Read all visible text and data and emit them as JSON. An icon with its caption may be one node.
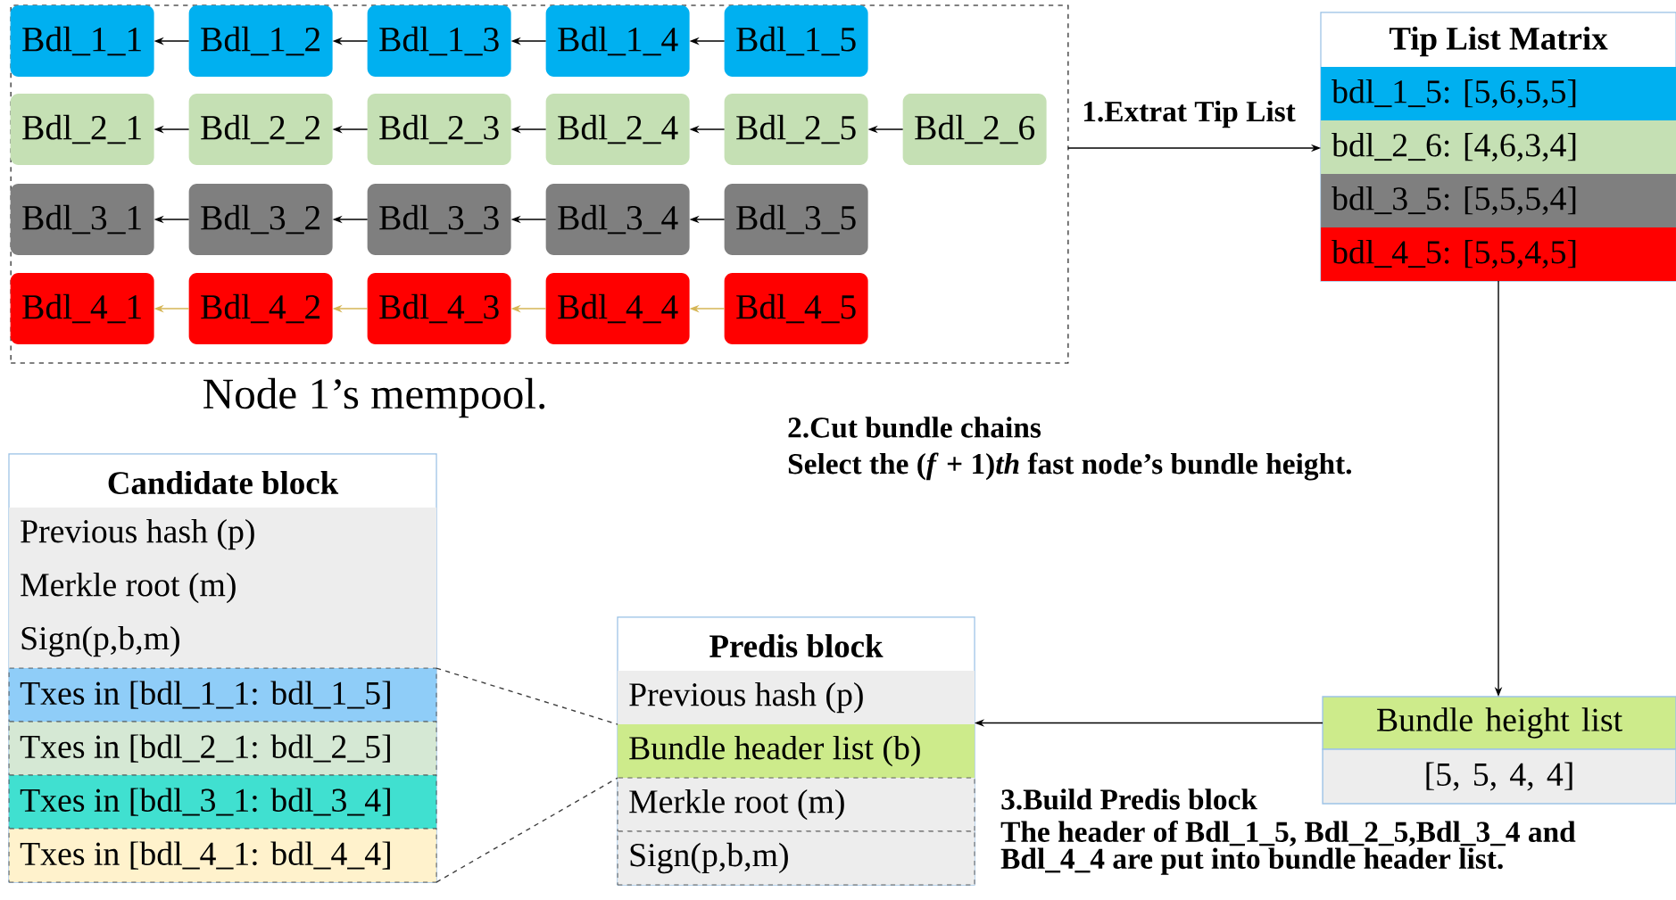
{
  "diagram": {
    "nodes": [
      {
        "text": [],
        "shape": "box",
        "beside": [
          "Node 1’s mempool."
        ]
      },
      {
        "text": [
          "Bdl_1_1"
        ],
        "in": 0
      },
      {
        "text": [
          "Bdl_1_2"
        ],
        "in": 0
      },
      {
        "text": [
          "Bdl_1_3"
        ],
        "in": 0
      },
      {
        "text": [
          "Bdl_1_4"
        ],
        "in": 0
      },
      {
        "text": [
          "Bdl_1_5"
        ],
        "in": 0
      },
      {
        "text": [
          "Bdl_2_1"
        ],
        "in": 0
      },
      {
        "text": [
          "Bdl_2_2"
        ],
        "in": 0
      },
      {
        "text": [
          "Bdl_2_3"
        ],
        "in": 0
      },
      {
        "text": [
          "Bdl_2_4"
        ],
        "in": 0
      },
      {
        "text": [
          "Bdl_2_5"
        ],
        "in": 0
      },
      {
        "text": [
          "Bdl_2_6"
        ],
        "in": 0
      },
      {
        "text": [
          "Bdl_3_1"
        ],
        "in": 0
      },
      {
        "text": [
          "Bdl_3_2"
        ],
        "in": 0
      },
      {
        "text": [
          "Bdl_3_3"
        ],
        "in": 0
      },
      {
        "text": [
          "Bdl_3_4"
        ],
        "in": 0
      },
      {
        "text": [
          "Bdl_3_5"
        ],
        "in": 0
      },
      {
        "text": [
          "Bdl_4_1"
        ],
        "in": 0
      },
      {
        "text": [
          "Bdl_4_2"
        ],
        "in": 0
      },
      {
        "text": [
          "Bdl_4_3"
        ],
        "in": 0
      },
      {
        "text": [
          "Bdl_4_4"
        ],
        "in": 0
      },
      {
        "text": [
          "Bdl_4_5"
        ],
        "in": 0
      },
      {
        "text": [
          "Tip List Matrix"
        ]
      },
      {
        "text": [
          "bdl_1_5: [5,6,5,5]"
        ],
        "in": 22
      },
      {
        "text": [
          "bdl_2_6: [4,6,3,4]"
        ],
        "in": 22
      },
      {
        "text": [
          "bdl_3_5: [5,5,5,4]"
        ],
        "in": 22
      },
      {
        "text": [
          "bdl_4_5: [5,5,4,5]"
        ],
        "in": 22
      },
      {
        "text": [
          "Bundle height list"
        ]
      },
      {
        "text": [
          "[5, 5, 4, 4]"
        ]
      },
      {
        "text": [
          "Candidate block"
        ]
      },
      {
        "text": [
          "Previous hash (p)"
        ],
        "in": 29
      },
      {
        "text": [
          "Merkle root (m)"
        ],
        "in": 29
      },
      {
        "text": [
          "Sign(p,b,m)"
        ],
        "in": 29
      },
      {
        "text": [
          "Txes in [bdl_1_1: bdl_1_5]"
        ],
        "in": 29
      },
      {
        "text": [
          "Txes in [bdl_2_1: bdl_2_5]"
        ],
        "in": 29
      },
      {
        "text": [
          "Txes in [bdl_3_1: bdl_3_4]"
        ],
        "in": 29
      },
      {
        "text": [
          "Txes in [bdl_4_1: bdl_4_4]"
        ],
        "in": 29
      },
      {
        "text": [
          "Predis block"
        ]
      },
      {
        "text": [
          "Previous hash (p)"
        ],
        "in": 37
      },
      {
        "text": [
          "Bundle header list (b)"
        ],
        "in": 37
      },
      {
        "text": [
          "Merkle root (m)"
        ],
        "in": 37
      },
      {
        "text": [
          "Sign(p,b,m)"
        ],
        "in": 37
      }
    ],
    "edges": [
      {
        "from": 2,
        "to": 1,
        "arrow": "to"
      },
      {
        "from": 3,
        "to": 2,
        "arrow": "to"
      },
      {
        "from": 4,
        "to": 3,
        "arrow": "to"
      },
      {
        "from": 5,
        "to": 4,
        "arrow": "to"
      },
      {
        "from": 7,
        "to": 6,
        "arrow": "to"
      },
      {
        "from": 8,
        "to": 7,
        "arrow": "to"
      },
      {
        "from": 9,
        "to": 8,
        "arrow": "to"
      },
      {
        "from": 10,
        "to": 9,
        "arrow": "to"
      },
      {
        "from": 11,
        "to": 10,
        "arrow": "to"
      },
      {
        "from": 13,
        "to": 12,
        "arrow": "to"
      },
      {
        "from": 14,
        "to": 13,
        "arrow": "to"
      },
      {
        "from": 15,
        "to": 14,
        "arrow": "to"
      },
      {
        "from": 16,
        "to": 15,
        "arrow": "to"
      },
      {
        "from": 18,
        "to": 17,
        "arrow": "to",
        "color": "#d6b656"
      },
      {
        "from": 19,
        "to": 18,
        "arrow": "to",
        "color": "#d6b656"
      },
      {
        "from": 20,
        "to": 19,
        "arrow": "to",
        "color": "#d6b656"
      },
      {
        "from": 21,
        "to": 20,
        "arrow": "to",
        "color": "#d6b656"
      },
      {
        "from": 0,
        "to": 22,
        "arrow": "to",
        "label": "1.Extrat Tip List"
      },
      {
        "from": 22,
        "to": 27,
        "arrow": "to"
      },
      {
        "from": 27,
        "to": 39,
        "arrow": "to",
        "label": "3.Build Predis block"
      },
      {
        "from": 33,
        "to": 39,
        "arrow": "none",
        "style": "dashed",
        "color": "#404040"
      },
      {
        "from": 36,
        "to": 39,
        "arrow": "none",
        "style": "dashed",
        "color": "#404040"
      }
    ],
    "labels": [
      "2.Cut bundle chains",
      "Select the (*f* + 1)*th* fast node’s bundle height.",
      "The header of Bdl_1_5, Bdl_2_5,Bdl_3_4 and Bdl_4_4 are put into bundle header list."
    ]
  }
}
